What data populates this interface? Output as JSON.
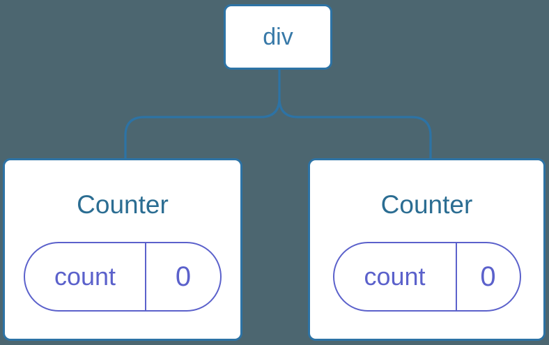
{
  "diagram": {
    "description": "Component tree: one div root with two Counter children, each holding a count state of 0",
    "root": {
      "label": "div"
    },
    "children": [
      {
        "title": "Counter",
        "state_pill": {
          "name": "count",
          "value": "0"
        }
      },
      {
        "title": "Counter",
        "state_pill": {
          "name": "count",
          "value": "0"
        }
      }
    ]
  },
  "colors": {
    "background": "#4C6670",
    "tree_line": "#2D73A5",
    "node_border": "#2D73A5",
    "node_background": "#FFFFFF",
    "root_label_text": "#3879A8",
    "component_title_text": "#2B6D92",
    "state_pill_purple": "#5B61CB"
  }
}
